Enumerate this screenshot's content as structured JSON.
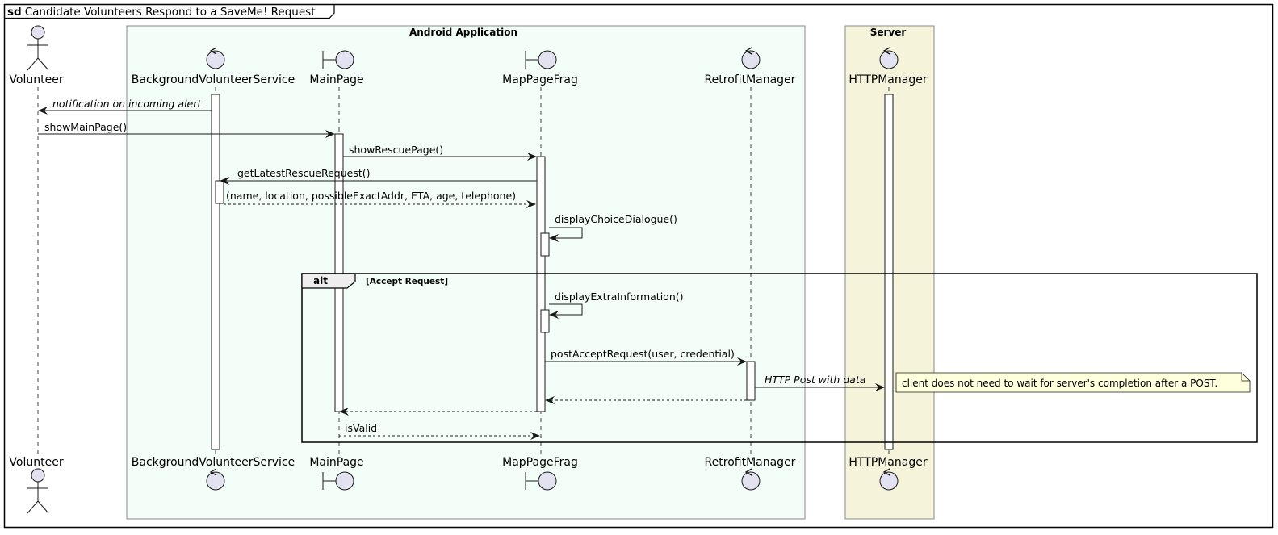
{
  "frame": {
    "keyword": "sd",
    "title": "Candidate Volunteers Respond to a SaveMe! Request"
  },
  "boxes": [
    {
      "id": "android",
      "title": "Android Application",
      "color": "#F3FEF8"
    },
    {
      "id": "server",
      "title": "Server",
      "color": "#F5F4DB"
    }
  ],
  "participants": [
    {
      "id": "volunteer",
      "label": "Volunteer",
      "kind": "actor"
    },
    {
      "id": "bvs",
      "label": "BackgroundVolunteerService",
      "kind": "control"
    },
    {
      "id": "mainpage",
      "label": "MainPage",
      "kind": "boundary"
    },
    {
      "id": "mappagefrag",
      "label": "MapPageFrag",
      "kind": "boundary"
    },
    {
      "id": "retrofit",
      "label": "RetrofitManager",
      "kind": "control"
    },
    {
      "id": "http",
      "label": "HTTPManager",
      "kind": "control"
    }
  ],
  "messages": [
    {
      "from": "bvs",
      "to": "volunteer",
      "label": "notification on incoming alert",
      "style": "solid",
      "italic": true
    },
    {
      "from": "volunteer",
      "to": "mainpage",
      "label": "showMainPage()",
      "style": "solid"
    },
    {
      "from": "mainpage",
      "to": "mappagefrag",
      "label": "showRescuePage()",
      "style": "solid"
    },
    {
      "from": "mappagefrag",
      "to": "bvs",
      "label": "getLatestRescueRequest()",
      "style": "solid"
    },
    {
      "from": "bvs",
      "to": "mappagefrag",
      "label": "(name, location, possibleExactAddr, ETA, age, telephone)",
      "style": "dashed"
    },
    {
      "from": "mappagefrag",
      "to": "mappagefrag",
      "label": "displayChoiceDialogue()",
      "style": "self"
    },
    {
      "from": "mappagefrag",
      "to": "mappagefrag",
      "label": "displayExtraInformation()",
      "style": "self"
    },
    {
      "from": "mappagefrag",
      "to": "retrofit",
      "label": "postAcceptRequest(user, credential)",
      "style": "solid"
    },
    {
      "from": "retrofit",
      "to": "http",
      "label": "HTTP Post with data",
      "style": "solid",
      "italic": true
    },
    {
      "from": "retrofit",
      "to": "mappagefrag",
      "label": "",
      "style": "dashed"
    },
    {
      "from": "mappagefrag",
      "to": "mainpage",
      "label": "",
      "style": "dashed"
    },
    {
      "from": "mainpage",
      "to": "mappagefrag",
      "label": "isValid",
      "style": "dashed"
    }
  ],
  "fragment": {
    "keyword": "alt",
    "guard": "[Accept Request]"
  },
  "note": {
    "text": "client does not need to wait for server's completion after a POST."
  },
  "colors": {
    "participant_fill": "#E2E2F0",
    "note_fill": "#FEFFDD",
    "stroke": "#181818"
  }
}
